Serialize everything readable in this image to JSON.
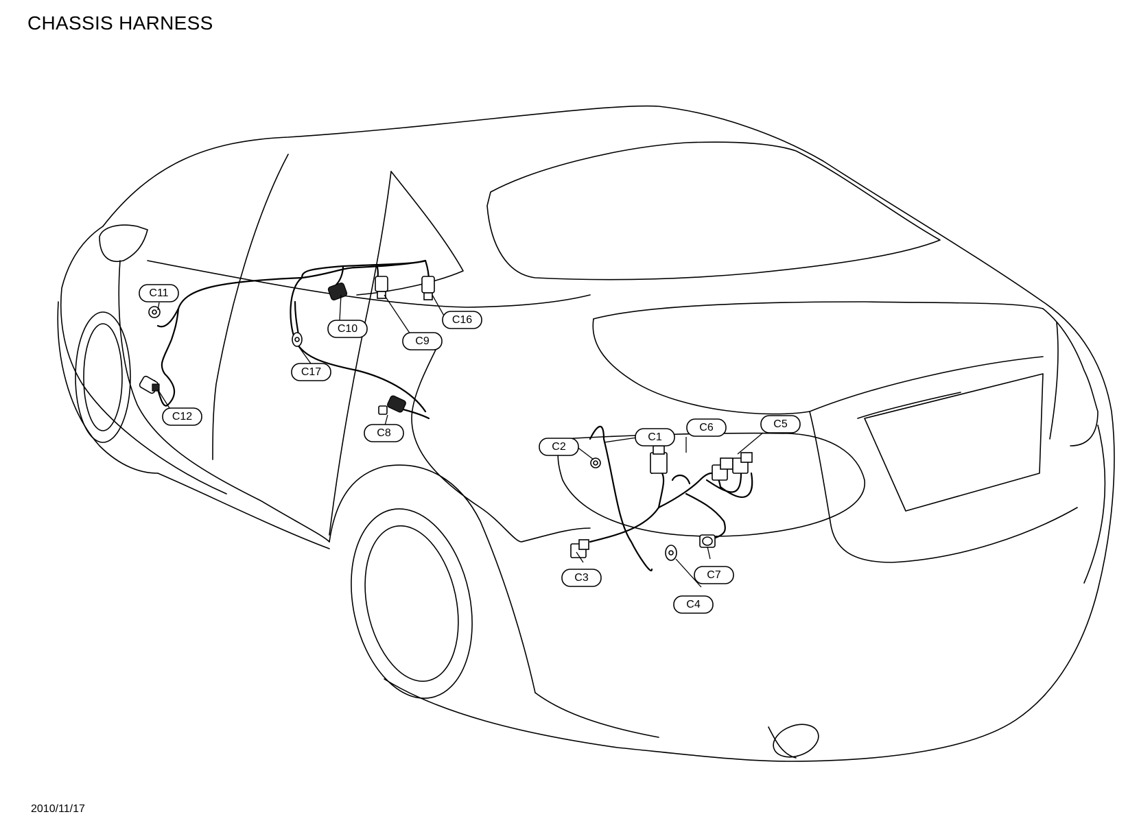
{
  "title": "CHASSIS HARNESS",
  "date": "2010/11/17",
  "connectors": {
    "c1": "C1",
    "c2": "C2",
    "c3": "C3",
    "c4": "C4",
    "c5": "C5",
    "c6": "C6",
    "c7": "C7",
    "c8": "C8",
    "c9": "C9",
    "c10": "C10",
    "c11": "C11",
    "c12": "C12",
    "c16": "C16",
    "c17": "C17"
  }
}
